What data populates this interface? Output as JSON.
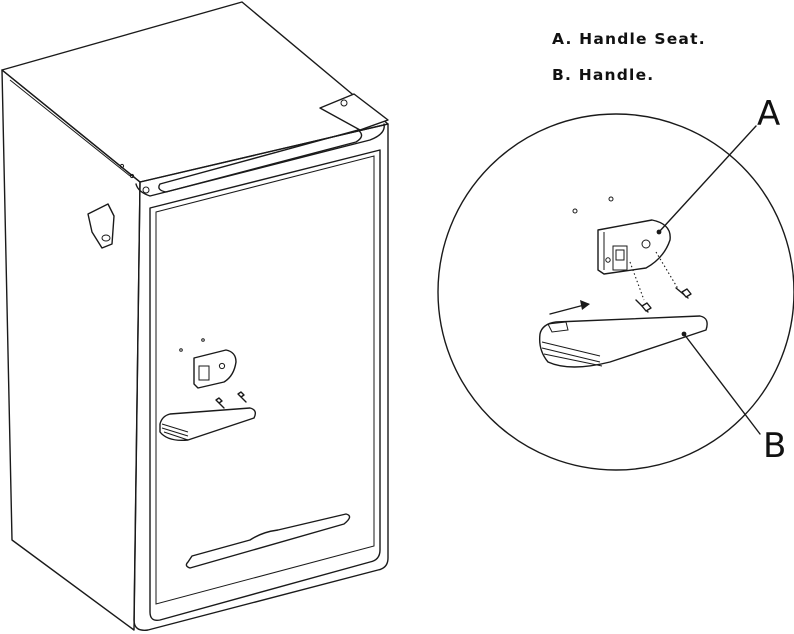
{
  "legend": {
    "a": "A. Handle Seat.",
    "b": "B. Handle."
  },
  "callouts": {
    "a": "A",
    "b": "B"
  },
  "colors": {
    "line": "#1a1a1a",
    "background": "#ffffff"
  }
}
